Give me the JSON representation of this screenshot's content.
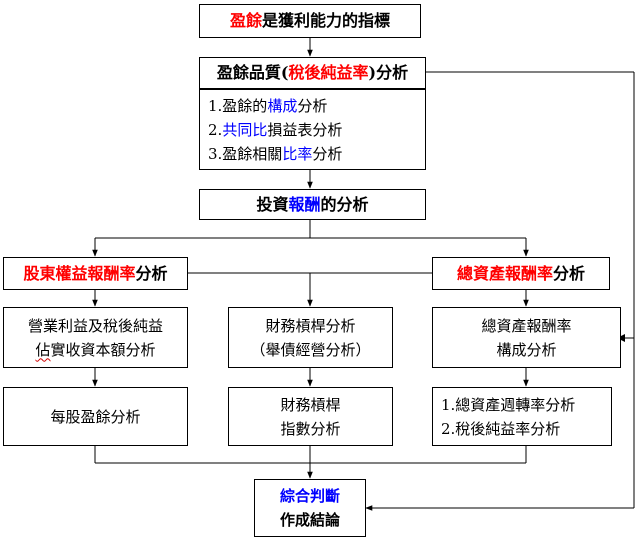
{
  "nodes": {
    "earnings_indicator": {
      "red": "盈餘",
      "black": "是獲利能力的指標"
    },
    "earnings_quality": {
      "pre": "盈餘品質(",
      "red": "稅後純益率",
      "post": ")分析"
    },
    "analysis_list": {
      "item1": {
        "pre": "1.盈餘的",
        "blue": "構成",
        "post": "分析"
      },
      "item2": {
        "pre": "2.",
        "blue": "共同比",
        "post": "損益表分析"
      },
      "item3": {
        "pre": "3.盈餘相關",
        "blue": "比率",
        "post": "分析"
      }
    },
    "investment_return": {
      "pre": "投資",
      "blue": "報酬",
      "post": "的分析"
    },
    "equity_return": {
      "red": "股東權益報酬率",
      "black": "分析"
    },
    "asset_return": {
      "red": "總資產報酬率",
      "black": "分析"
    },
    "operating_profit": {
      "line1": "營業利益及稅後純益",
      "line2_wavy": "佔",
      "line2_rest": "實收資本額分析"
    },
    "financial_leverage": {
      "line1": "財務槓桿分析",
      "line2": "（舉債經營分析）"
    },
    "asset_return_composition": {
      "line1": "總資產報酬率",
      "line2": "構成分析"
    },
    "eps": {
      "text": "每股盈餘分析"
    },
    "leverage_index": {
      "line1": "財務槓桿",
      "line2": "指數分析"
    },
    "turnover_margin": {
      "line1": "1.總資產週轉率分析",
      "line2": "2.稅後純益率分析"
    },
    "conclusion": {
      "blue": "綜合判斷",
      "black": "作成結論"
    }
  }
}
